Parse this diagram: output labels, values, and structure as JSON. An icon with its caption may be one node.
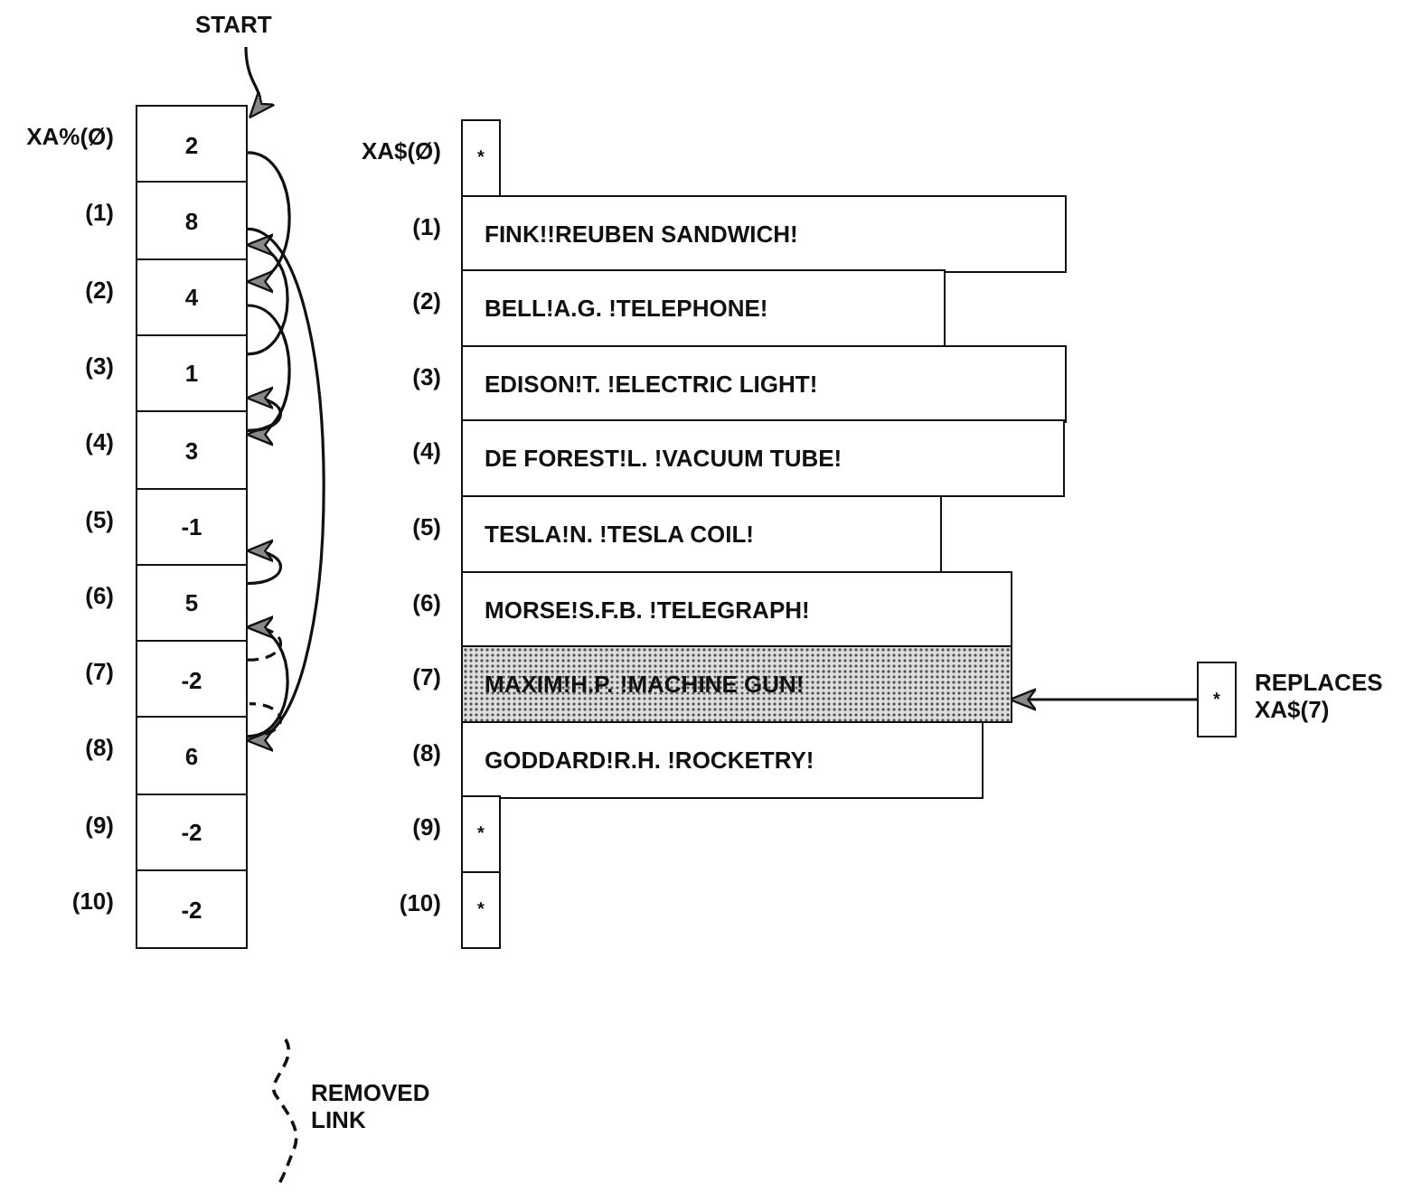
{
  "diagram": {
    "nodes": [
      {
        "text": [
          "START"
        ]
      },
      {
        "text": [
          "2"
        ]
      },
      {
        "text": [
          "8"
        ]
      },
      {
        "text": [
          "4"
        ]
      },
      {
        "text": [
          "1"
        ]
      },
      {
        "text": [
          "3"
        ]
      },
      {
        "text": [
          "-1"
        ]
      },
      {
        "text": [
          "5"
        ]
      },
      {
        "text": [
          "-2"
        ]
      },
      {
        "text": [
          "6"
        ]
      },
      {
        "text": [
          "-2"
        ]
      },
      {
        "text": [
          "-2"
        ]
      },
      {
        "text": [
          "*"
        ]
      },
      {
        "text": [
          "FINK!!REUBEN SANDWICH!"
        ]
      },
      {
        "text": [
          "BELL!A.G. !TELEPHONE!"
        ]
      },
      {
        "text": [
          "EDISON!T. !ELECTRIC LIGHT!"
        ]
      },
      {
        "text": [
          "DE FOREST!L. !VACUUM TUBE!"
        ]
      },
      {
        "text": [
          "TESLA!N. !TESLA COIL!"
        ]
      },
      {
        "text": [
          "MORSE!S.F.B. !TELEGRAPH!"
        ]
      },
      {
        "text": [
          "MAXIM!H.P. !MACHINE GUN!"
        ]
      },
      {
        "text": [
          "GODDARD!R.H. !ROCKETRY!"
        ]
      },
      {
        "text": [
          "*"
        ]
      },
      {
        "text": [
          "*"
        ]
      },
      {
        "text": [
          "*"
        ],
        "beside": [
          "REPLACES XA$(7)"
        ]
      }
    ],
    "edges": [
      {
        "from": 0,
        "to": 1,
        "arrow": "to"
      },
      {
        "from": 1,
        "to": 3,
        "arrow": "to"
      },
      {
        "from": 3,
        "to": 5,
        "arrow": "to"
      },
      {
        "from": 5,
        "to": 4,
        "arrow": "to"
      },
      {
        "from": 4,
        "to": 2,
        "arrow": "to"
      },
      {
        "from": 2,
        "to": 9,
        "arrow": "to"
      },
      {
        "from": 9,
        "to": 7,
        "arrow": "to"
      },
      {
        "from": 7,
        "to": 6,
        "arrow": "to"
      },
      {
        "from": 9,
        "to": 8,
        "arrow": "none",
        "style": "dashed"
      },
      {
        "from": 8,
        "to": 7,
        "arrow": "to",
        "style": "dashed"
      },
      {
        "from": 23,
        "to": 19,
        "arrow": "to"
      }
    ],
    "labels": [
      "XA%(Ø)",
      "(1)",
      "(2)",
      "(3)",
      "(4)",
      "(5)",
      "(6)",
      "(7)",
      "(8)",
      "(9)",
      "(10)",
      "XA$(Ø)",
      "(1)",
      "(2)",
      "(3)",
      "(4)",
      "(5)",
      "(6)",
      "(7)",
      "(8)",
      "(9)",
      "(10)"
    ],
    "legend": [
      {
        "text": "REMOVED LINK"
      }
    ]
  }
}
